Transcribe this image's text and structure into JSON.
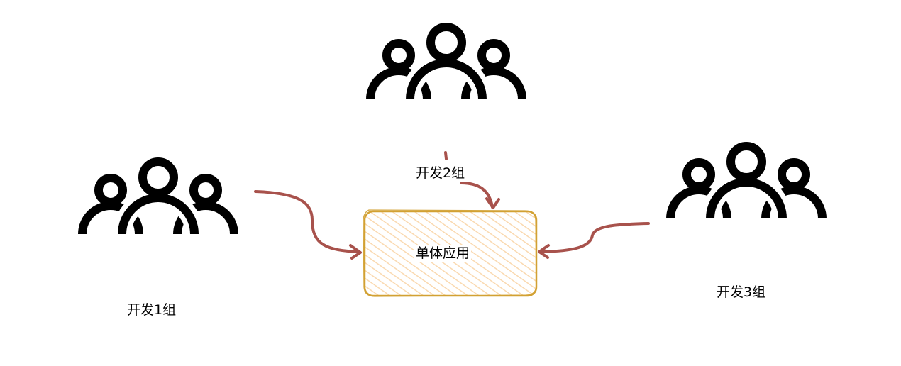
{
  "diagram": {
    "title": "",
    "colors": {
      "arrow": "#a8524c",
      "box_stroke": "#d2a133",
      "box_hatch": "#fad9b0",
      "icon": "#000000",
      "text": "#000000",
      "background": "#ffffff"
    },
    "nodes": [
      {
        "id": "team1",
        "icon": "users-group-icon",
        "label": "开发1组"
      },
      {
        "id": "team2",
        "icon": "users-group-icon",
        "label": "开发2组"
      },
      {
        "id": "team3",
        "icon": "users-group-icon",
        "label": "开发3组"
      },
      {
        "id": "monolith",
        "shape": "rounded-rect-hatched",
        "label": "单体应用"
      }
    ],
    "edges": [
      {
        "from": "team1",
        "to": "monolith"
      },
      {
        "from": "team2",
        "to": "monolith"
      },
      {
        "from": "team3",
        "to": "monolith"
      }
    ]
  }
}
